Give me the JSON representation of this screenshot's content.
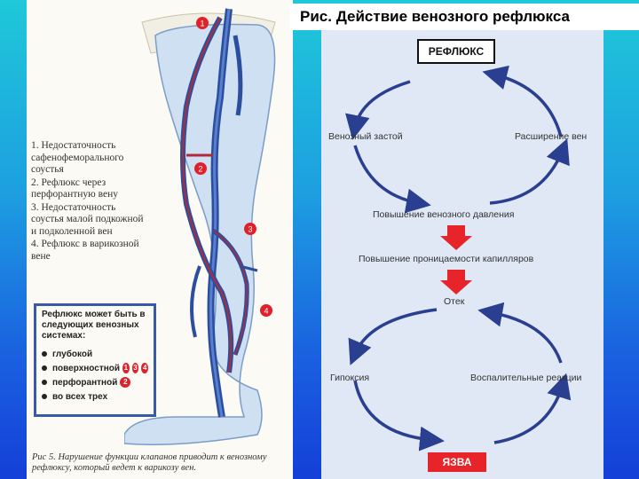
{
  "slide_title": "Рис. Действие венозного рефлюкса",
  "legend": [
    "1. Недостаточность сафенофеморального соустья",
    "2. Рефлюкс через перфорантную вену",
    "3. Недостаточность соустья малой подкожной и подколенной вен",
    "4. Рефлюкс в варикозной вене"
  ],
  "reflux_box": {
    "header": "Рефлюкс может быть в следующих венозных системах:",
    "items": [
      {
        "label": "глубокой",
        "markers": []
      },
      {
        "label": "поверхностной",
        "markers": [
          "1",
          "3",
          "4"
        ]
      },
      {
        "label": "перфорантной",
        "markers": [
          "2"
        ]
      },
      {
        "label": "во всех трех",
        "markers": []
      }
    ]
  },
  "leg_markers": [
    "1",
    "2",
    "3",
    "4"
  ],
  "caption": "Рис 5. Нарушение функции клапанов приводит к венозному рефлюксу, который ведет к варикозу вен.",
  "cycle": {
    "top_box": "РЕФЛЮКС",
    "venous_stasis": "Венозный застой",
    "vein_dilation": "Расширение вен",
    "pressure_rise": "Повышение венозного давления",
    "permeability": "Повышение проницаемости капилляров",
    "edema": "Отек",
    "hypoxia": "Гипоксия",
    "inflammation": "Воспалительные реакции",
    "bottom_box": "ЯЗВА"
  },
  "colors": {
    "arrow": "#2a3f8f",
    "red": "#e8242b",
    "vein": "#2b4f9e"
  }
}
